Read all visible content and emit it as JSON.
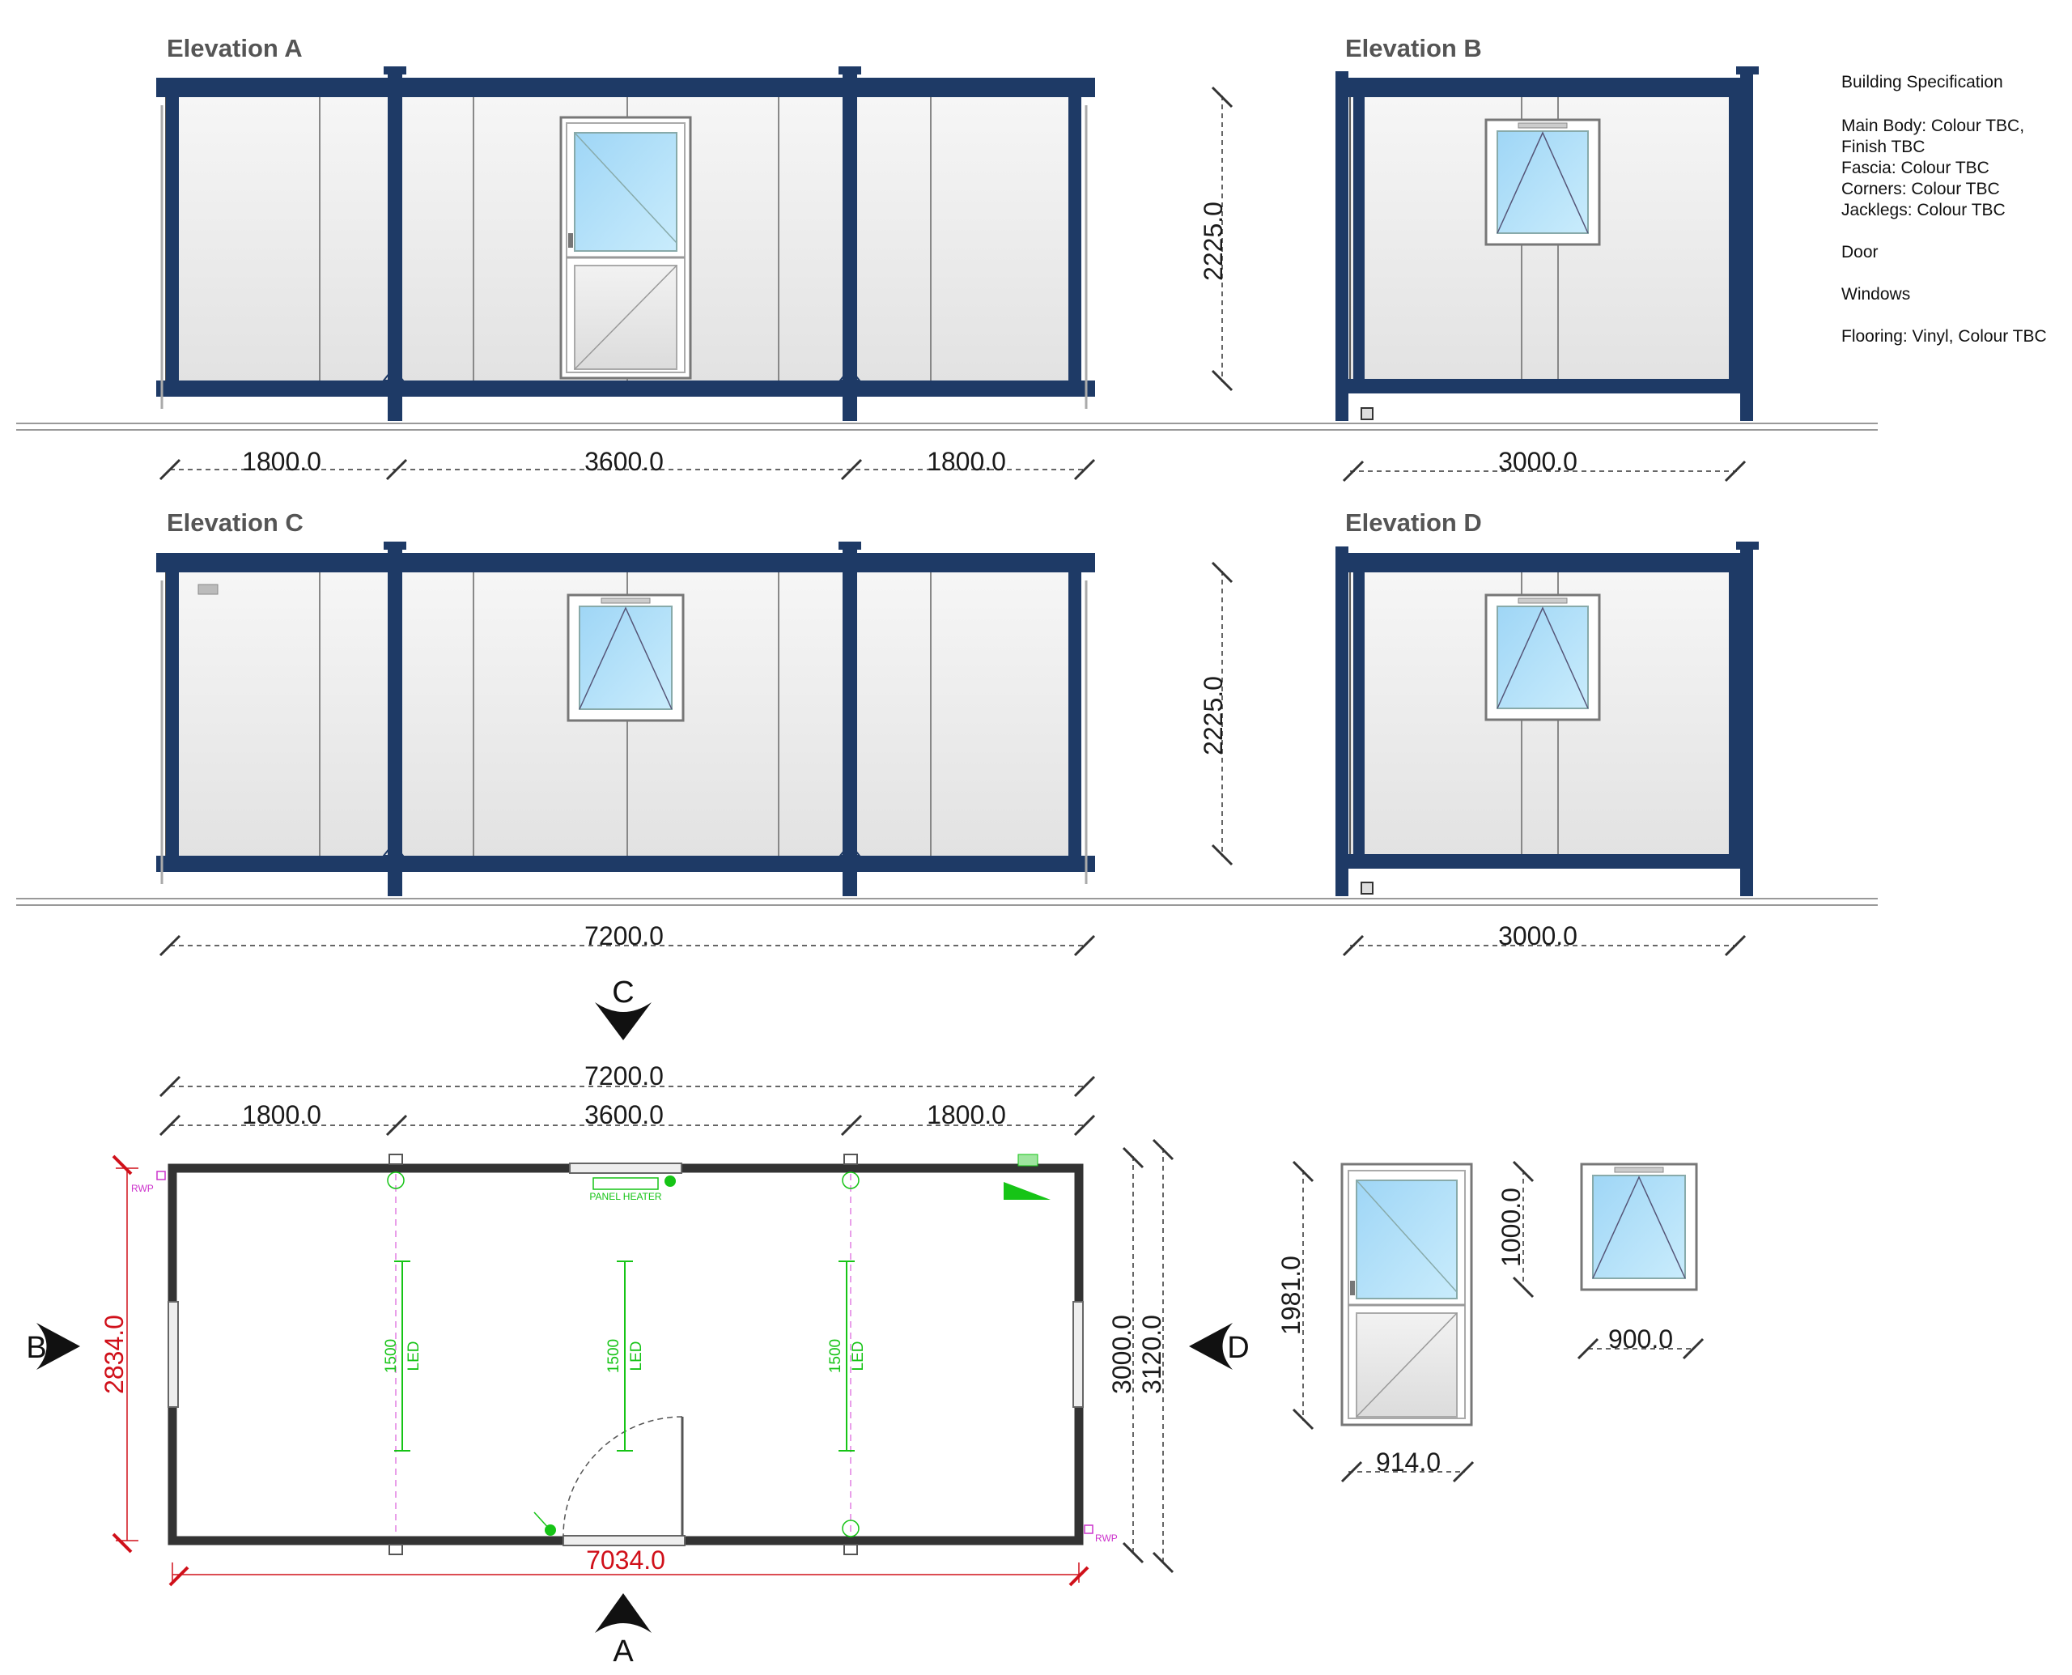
{
  "elevations": {
    "a": {
      "title": "Elevation A",
      "dims": [
        "1800.0",
        "3600.0",
        "1800.0"
      ]
    },
    "b": {
      "title": "Elevation B",
      "dims": [
        "3000.0"
      ]
    },
    "c": {
      "title": "Elevation C",
      "dims": [
        "7200.0"
      ]
    },
    "d": {
      "title": "Elevation D",
      "dims": [
        "3000.0"
      ]
    },
    "height_top": "2225.0",
    "height_bottom": "2225.0"
  },
  "specification": {
    "heading": "Building Specification",
    "lines": [
      "Main Body: Colour TBC,",
      "Finish TBC",
      "Fascia: Colour TBC",
      "Corners: Colour TBC",
      "Jacklegs: Colour TBC",
      "Door",
      "Windows",
      "Flooring: Vinyl, Colour TBC"
    ]
  },
  "plan": {
    "overall": "7200.0",
    "bays": [
      "1800.0",
      "3600.0",
      "1800.0"
    ],
    "internal_length": "7034.0",
    "internal_width": "2834.0",
    "width": "3000.0",
    "overall_width": "3120.0",
    "lights": [
      {
        "length": "1500",
        "type": "LED"
      },
      {
        "length": "1500",
        "type": "LED"
      },
      {
        "length": "1500",
        "type": "LED"
      }
    ],
    "heater_label": "PANEL HEATER",
    "rwp_label": "RWP",
    "sections": [
      "A",
      "B",
      "C",
      "D"
    ]
  },
  "details": {
    "door": {
      "width": "914.0",
      "height": "1981.0"
    },
    "window": {
      "width": "900.0",
      "height": "1000.0"
    }
  },
  "colors": {
    "frame": "#1e3a66",
    "glass": "#a9dcf7",
    "lighting": "#16c416",
    "internal_dims": "#d0101a",
    "downpipe": "#cc33cc"
  }
}
